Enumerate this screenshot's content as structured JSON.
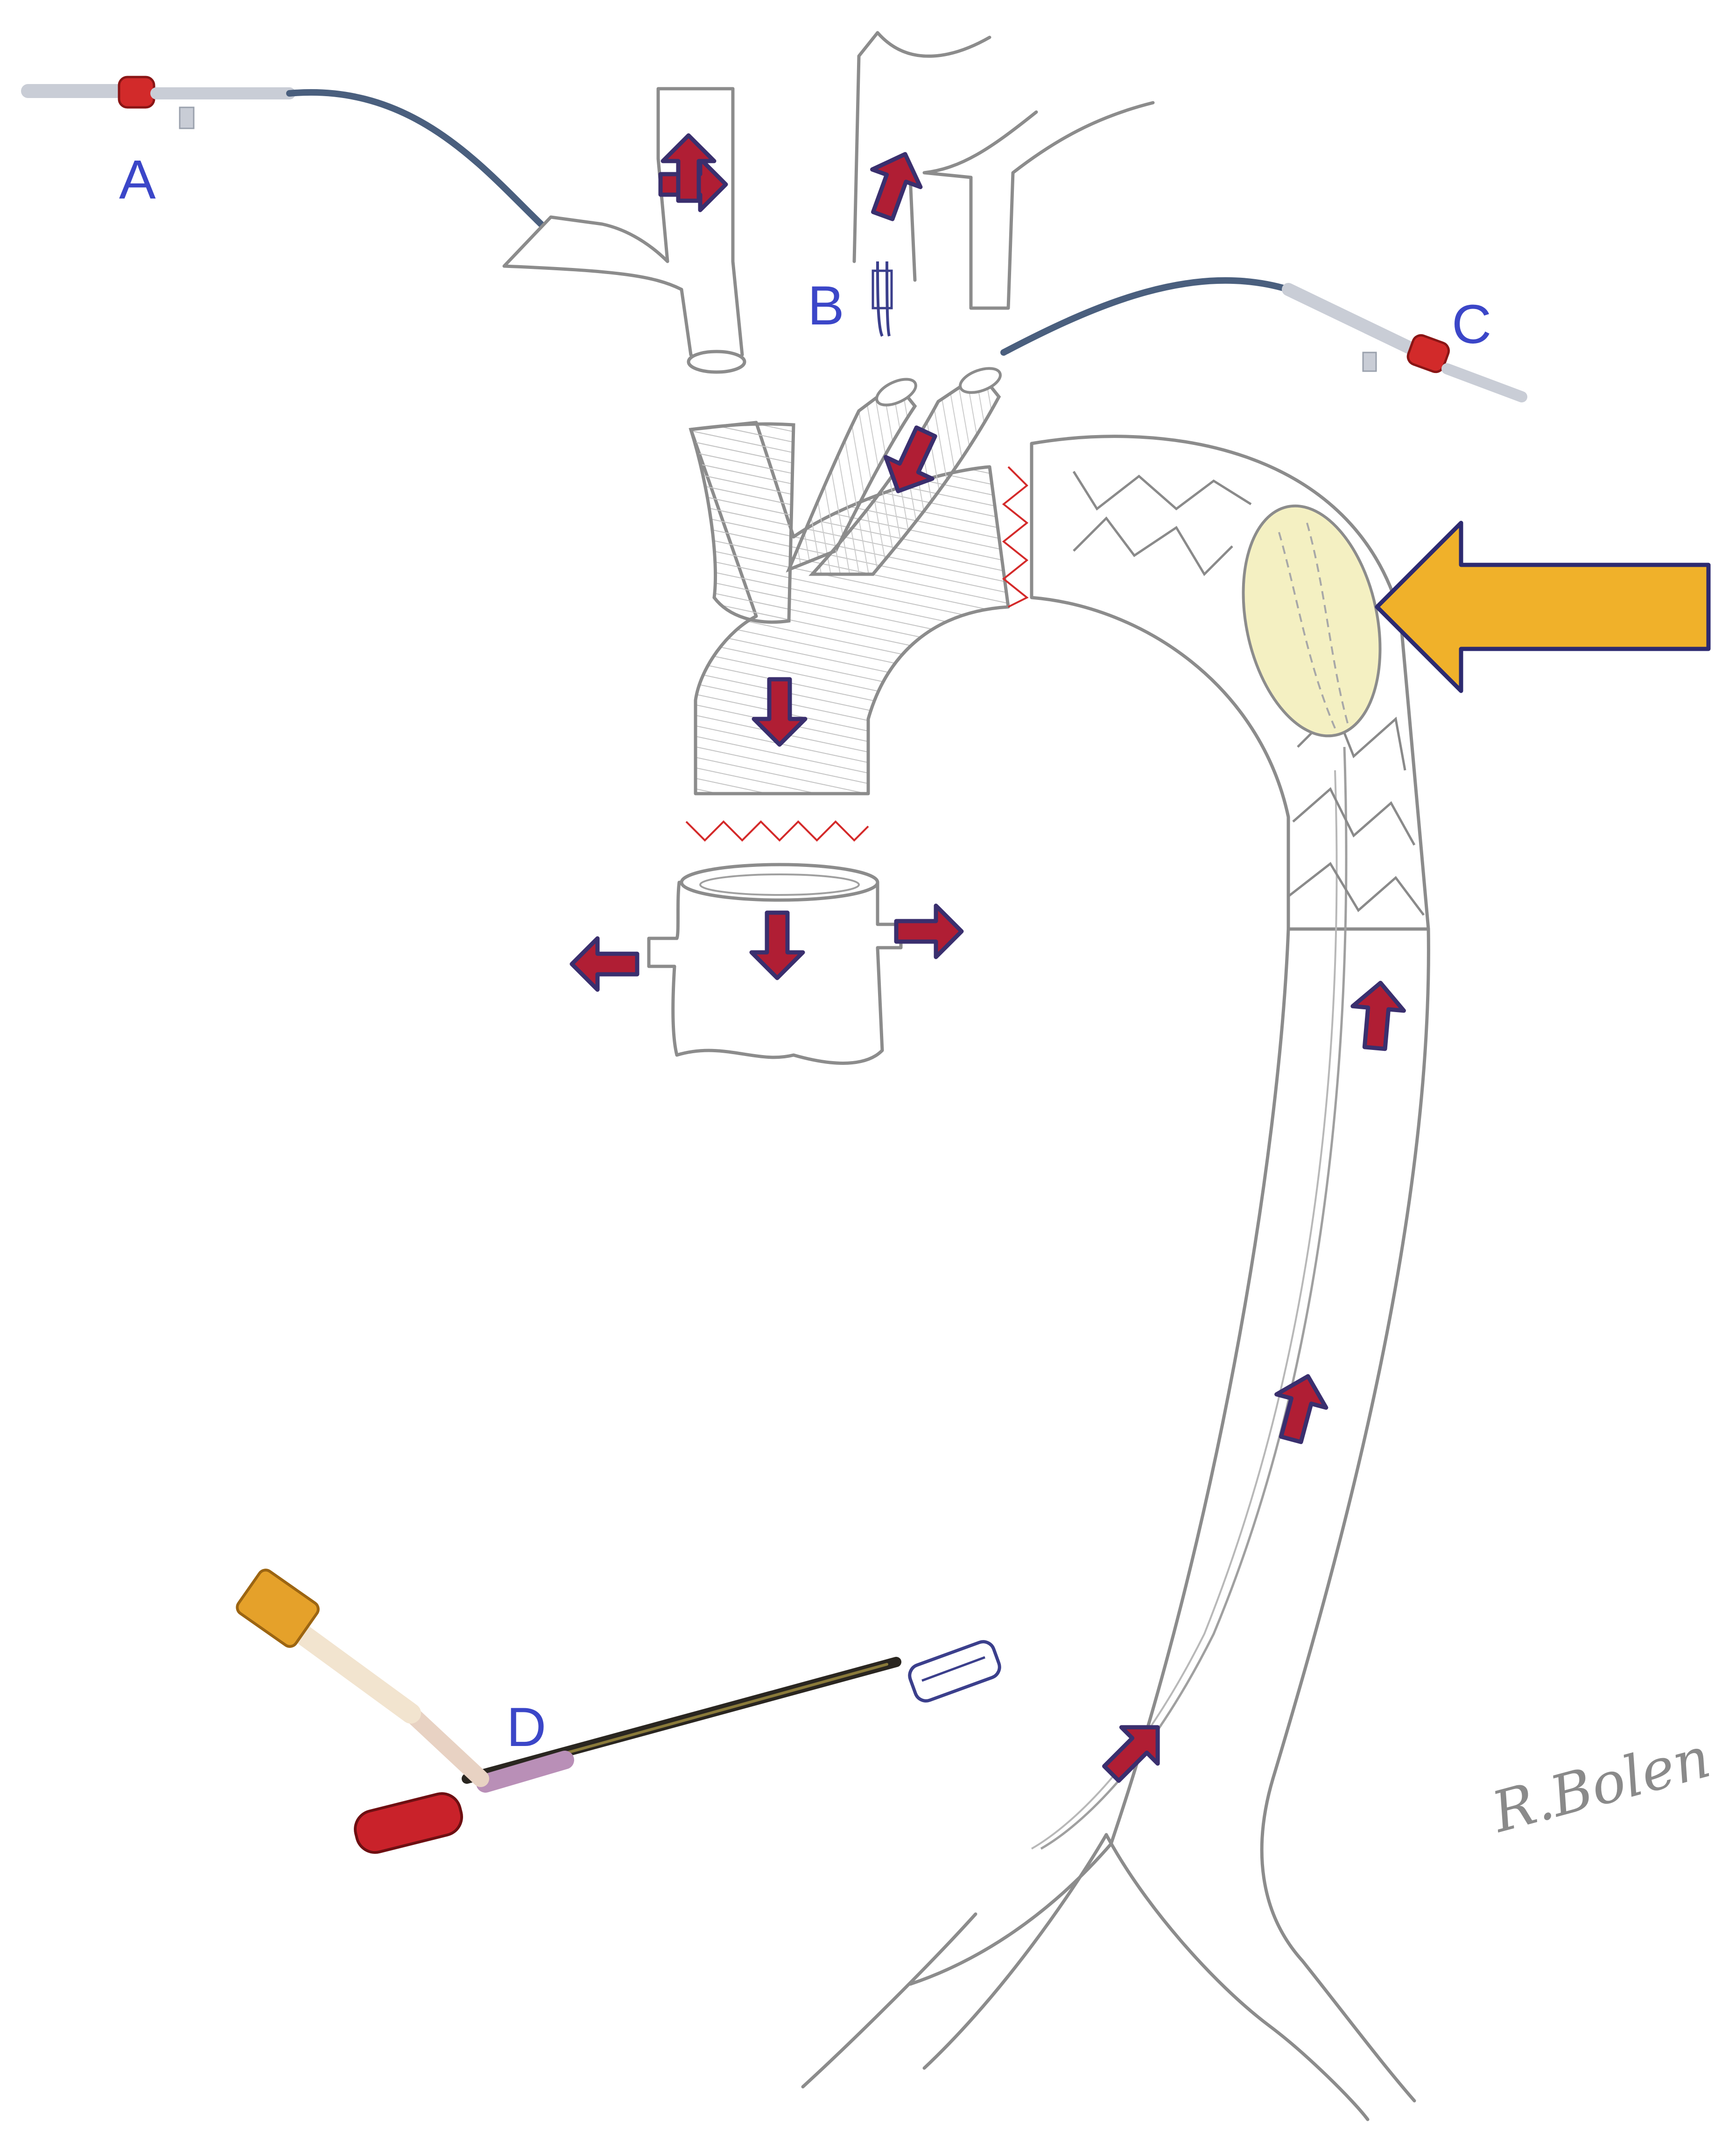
{
  "labels": {
    "a": "A",
    "b": "B",
    "c": "C",
    "d": "D"
  },
  "signature": "R.Bolen",
  "colors": {
    "flow_arrow_fill": "#b01e34",
    "flow_arrow_outline": "#3a2f6e",
    "indicator_arrow": "#f0b12a",
    "balloon": "#f4f0c2",
    "label_text": "#3b46c8",
    "suture": "#d42a2a",
    "vessel_outline": "#8c8c8c"
  },
  "icons": {
    "flow": "flow-arrow-icon",
    "indicator": "indicator-arrow-icon"
  }
}
